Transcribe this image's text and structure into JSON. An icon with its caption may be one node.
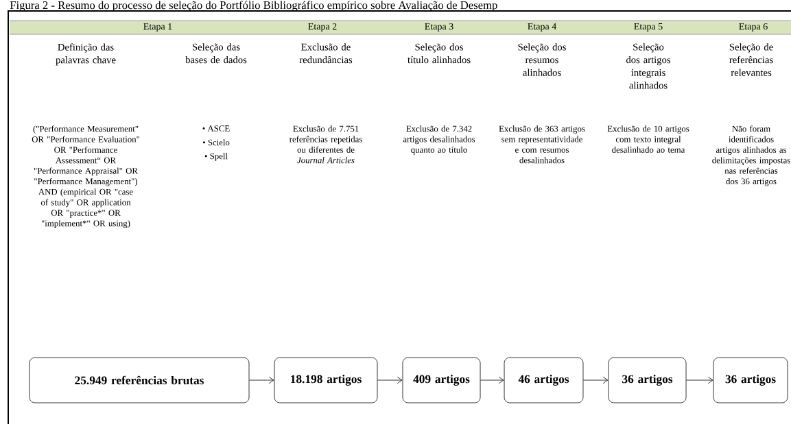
{
  "diagram": {
    "title": "Figura 2 - Resumo do processo de seleção do Portfólio Bibliográfico empírico sobre Avaliação de Desemp",
    "nodes": [
      {
        "text": [
          "Etapa 1",
          "Etapa 2",
          "Etapa 3",
          "Etapa 4",
          "Etapa 5",
          "Etapa 6"
        ]
      },
      {
        "text": [
          "25.949 referências brutas"
        ]
      },
      {
        "text": [
          "18.198 artigos"
        ]
      },
      {
        "text": [
          "409 artigos"
        ]
      },
      {
        "text": [
          "46 artigos"
        ]
      },
      {
        "text": [
          "36 artigos"
        ]
      },
      {
        "text": [
          "36 artigos"
        ]
      }
    ],
    "edges": [
      {
        "from": 1,
        "to": 2,
        "arrow": "to"
      },
      {
        "from": 2,
        "to": 3,
        "arrow": "to"
      },
      {
        "from": 3,
        "to": 4,
        "arrow": "to"
      },
      {
        "from": 4,
        "to": 5,
        "arrow": "to"
      },
      {
        "from": 5,
        "to": 6,
        "arrow": "to"
      }
    ],
    "labels": [
      "Definição das palavras chave",
      "Seleção das bases de dados",
      "Exclusão de redundâncias",
      "Seleção dos título alinhados",
      "Seleção dos resumos alinhados",
      "Seleção dos artigos integrais alinhados",
      "Seleção de referências relevantes",
      "(\"Performance Measurement\" OR \"Performance Evaluation\" OR \"Performance Assessment“ OR \"Performance Appraisal\" OR \"Performance Management\") AND (empirical OR \"case of study\" OR application OR \"practice*\" OR \"implement*\" OR using)",
      "• ASCE",
      "• Scielo",
      "• Spell",
      "Exclusão de 7.751 referências repetidas ou diferentes de *Journal Articles*",
      "Exclusão de 7.342 artigos desalinhados quanto ao título",
      "Exclusão de 363 artigos sem representatividade e com resumos desalinhados",
      "Exclusão de 10 artigos com texto integral desalinhado ao tema",
      "Não foram identificados artigos alinhados as delimitações impostas nas referências dos 36 artigos"
    ]
  }
}
